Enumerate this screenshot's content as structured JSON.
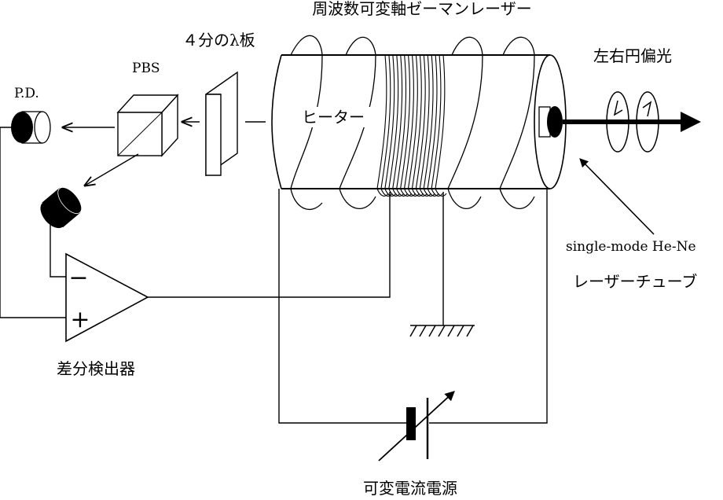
{
  "title": "周波数可変軸ゼーマンレーザー",
  "labels": {
    "quarter_wave_plate": "４分のλ板",
    "pbs": "PBS",
    "pd": "P.D.",
    "heater": "ヒーター",
    "circular_polarization": "左右円偏光",
    "tube_line1": "single-mode He-Ne",
    "tube_line2": "レーザーチューブ",
    "diff_detector": "差分検出器",
    "power_supply": "可変電流電源",
    "amp_minus": "−",
    "amp_plus": "+"
  }
}
